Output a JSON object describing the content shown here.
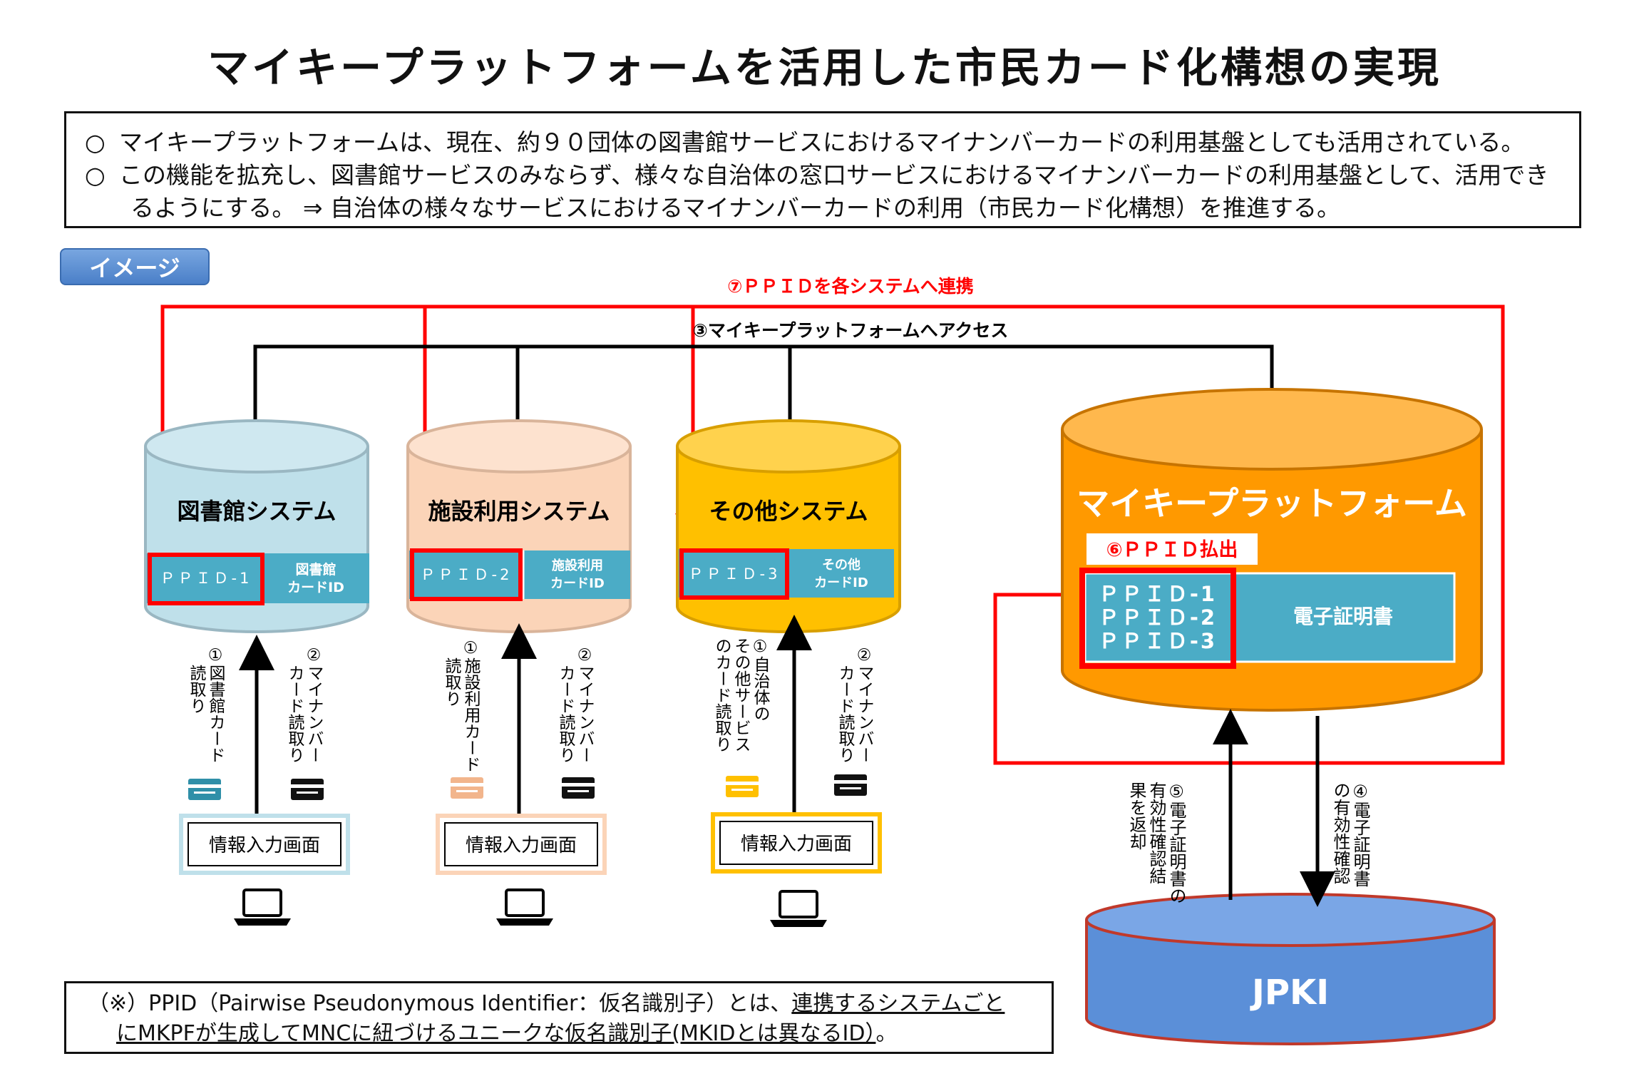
{
  "title": "マイキープラットフォームを活用した市民カード化構想の実現",
  "summary": {
    "bullet": "○",
    "line1": "マイキープラットフォームは、現在、約９０団体の図書館サービスにおけるマイナンバーカードの利用基盤としても活用されている。",
    "line2": "この機能を拡充し、図書館サービスのみならず、様々な自治体の窓口サービスにおけるマイナンバーカードの利用基盤として、活用でき",
    "line3": "るようにする。 ⇒  自治体の様々なサービスにおけるマイナンバーカードの利用（市民カード化構想）を推進する。"
  },
  "badge": "イメージ",
  "flows": {
    "ppid_link": "⑦ＰＰＩＤを各システムへ連携",
    "access": "③マイキープラットフォームへアクセス"
  },
  "systems": [
    {
      "name": "図書館システム",
      "ppid": "ＰＰＩＤ-1",
      "card_id": [
        "図書館",
        "カードID"
      ],
      "read_card": [
        "①",
        "図書館カード",
        "読取り"
      ],
      "read_mnc": [
        "②",
        "マイナンバー",
        "カード読取り"
      ],
      "screen": "情報入力画面",
      "color": "#bfe0ea",
      "card_color": "#2f8fa8"
    },
    {
      "name": "施設利用システム",
      "ppid": "ＰＰＩＤ-2",
      "card_id": [
        "施設利用",
        "カードID"
      ],
      "read_card": [
        "①",
        "施設利用カード",
        "読取り"
      ],
      "read_mnc": [
        "②",
        "マイナンバー",
        "カード読取り"
      ],
      "screen": "情報入力画面",
      "color": "#fbd4b8",
      "card_color": "#f2b58c"
    },
    {
      "name": "その他システム",
      "ppid": "ＰＰＩＤ-3",
      "card_id": [
        "その他",
        "カードID"
      ],
      "read_card": [
        "①",
        "自治体の",
        "その他サービス",
        "のカード読取り"
      ],
      "read_mnc": [
        "②",
        "マイナンバー",
        "カード読取り"
      ],
      "screen": "情報入力画面",
      "color": "#ffc000",
      "card_color": "#ffc000"
    }
  ],
  "platform": {
    "name": "マイキープラットフォーム",
    "ppid_out": "⑥ＰＰＩＤ払出",
    "ppids": [
      "ＰＰＩＤ-1",
      "ＰＰＩＤ-2",
      "ＰＰＩＤ-3"
    ],
    "cert": "電子証明書",
    "color": "#ff9900"
  },
  "jpki": {
    "name": "JPKI",
    "verify_result": [
      "⑤",
      "電子証明書の",
      "有効性確認結",
      "果を返却"
    ],
    "verify": [
      "④",
      "電子証明書",
      "の有効性確認"
    ]
  },
  "note": {
    "part1": "（※）PPID（Pairwise Pseudonymous Identifier：仮名識別子）とは、",
    "part1u": "連携するシステムごと",
    "part2u": "にMKPFが生成してMNCに紐づけるユニークな仮名識別子(MKIDとは異なるID）",
    "part2": "。"
  },
  "colors": {
    "red": "#ff0000",
    "teal": "#4bacc6",
    "jpki": "#5b8fd8"
  }
}
